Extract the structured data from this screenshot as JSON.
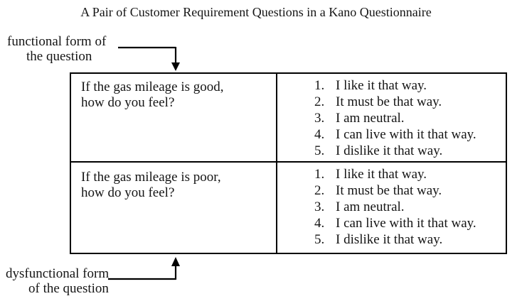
{
  "title": "A Pair of Customer Requirement Questions in a Kano Questionnaire",
  "labels": {
    "functional": {
      "line1": "functional form of",
      "line2": "the question"
    },
    "dysfunctional": {
      "line1": "dysfunctional form",
      "line2": "of the question"
    }
  },
  "table": {
    "rows": [
      {
        "question_line1": "If the gas mileage is good,",
        "question_line2": "how do you feel?",
        "options": [
          {
            "num": "1.",
            "label": "I like it that way."
          },
          {
            "num": "2.",
            "label": "It must be that way."
          },
          {
            "num": "3.",
            "label": "I am neutral."
          },
          {
            "num": "4.",
            "label": "I can live with it that way."
          },
          {
            "num": "5.",
            "label": "I dislike it that way."
          }
        ]
      },
      {
        "question_line1": "If the gas mileage is poor,",
        "question_line2": "how do you feel?",
        "options": [
          {
            "num": "1.",
            "label": "I like it that way."
          },
          {
            "num": "2.",
            "label": "It must be that way."
          },
          {
            "num": "3.",
            "label": "I am neutral."
          },
          {
            "num": "4.",
            "label": "I can live with it that way."
          },
          {
            "num": "5.",
            "label": "I dislike it that way."
          }
        ]
      }
    ]
  },
  "colors": {
    "background": "#ffffff",
    "text": "#151515",
    "line": "#000000"
  }
}
